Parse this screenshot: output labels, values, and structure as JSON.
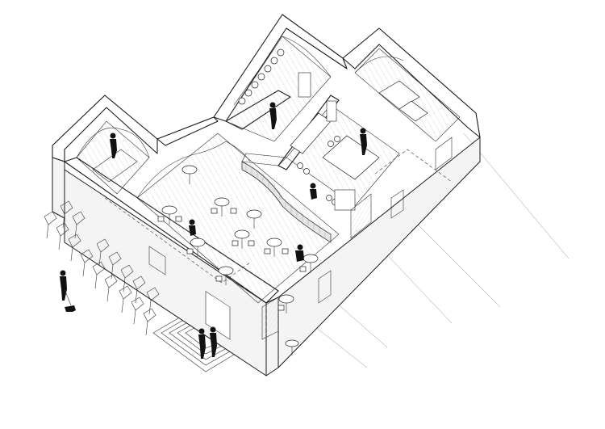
{
  "colors": {
    "line": "#1a1a1a",
    "background": "#ffffff",
    "figure": "#111111",
    "hatch": "#9a9a9a"
  },
  "icons": [
    "person-silhouette",
    "dog-silhouette",
    "cafe-chair",
    "cafe-table"
  ]
}
